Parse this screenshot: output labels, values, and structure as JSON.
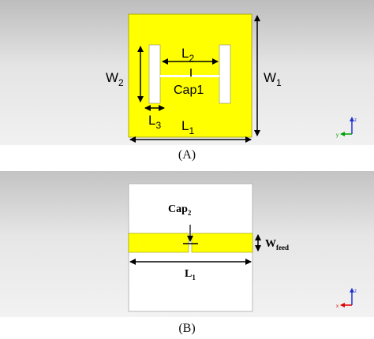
{
  "panel_a": {
    "caption": "(A)",
    "labels": {
      "w2": {
        "main": "W",
        "sub": "2"
      },
      "l2": {
        "main": "L",
        "sub": "2"
      },
      "cap1": "Cap1",
      "w1": {
        "main": "W",
        "sub": "1"
      },
      "l3": {
        "main": "L",
        "sub": "3"
      },
      "l1": {
        "main": "L",
        "sub": "1"
      }
    },
    "axis": {
      "horizontal": "y",
      "vertical": "z"
    }
  },
  "panel_b": {
    "caption": "(B)",
    "labels": {
      "cap2": {
        "main": "Cap",
        "sub": "2"
      },
      "wfeed": {
        "main": "W",
        "sub": "feed"
      },
      "l1": {
        "main": "L",
        "sub": "1"
      }
    },
    "axis": {
      "horizontal": "x",
      "vertical": "z"
    }
  },
  "colors": {
    "patch_yellow": "#ffff00",
    "substrate_white": "#ffffff",
    "background_gray": "#d9d9d9",
    "axis_red": "#e00000",
    "axis_green": "#00a000",
    "axis_blue": "#2030d0"
  }
}
